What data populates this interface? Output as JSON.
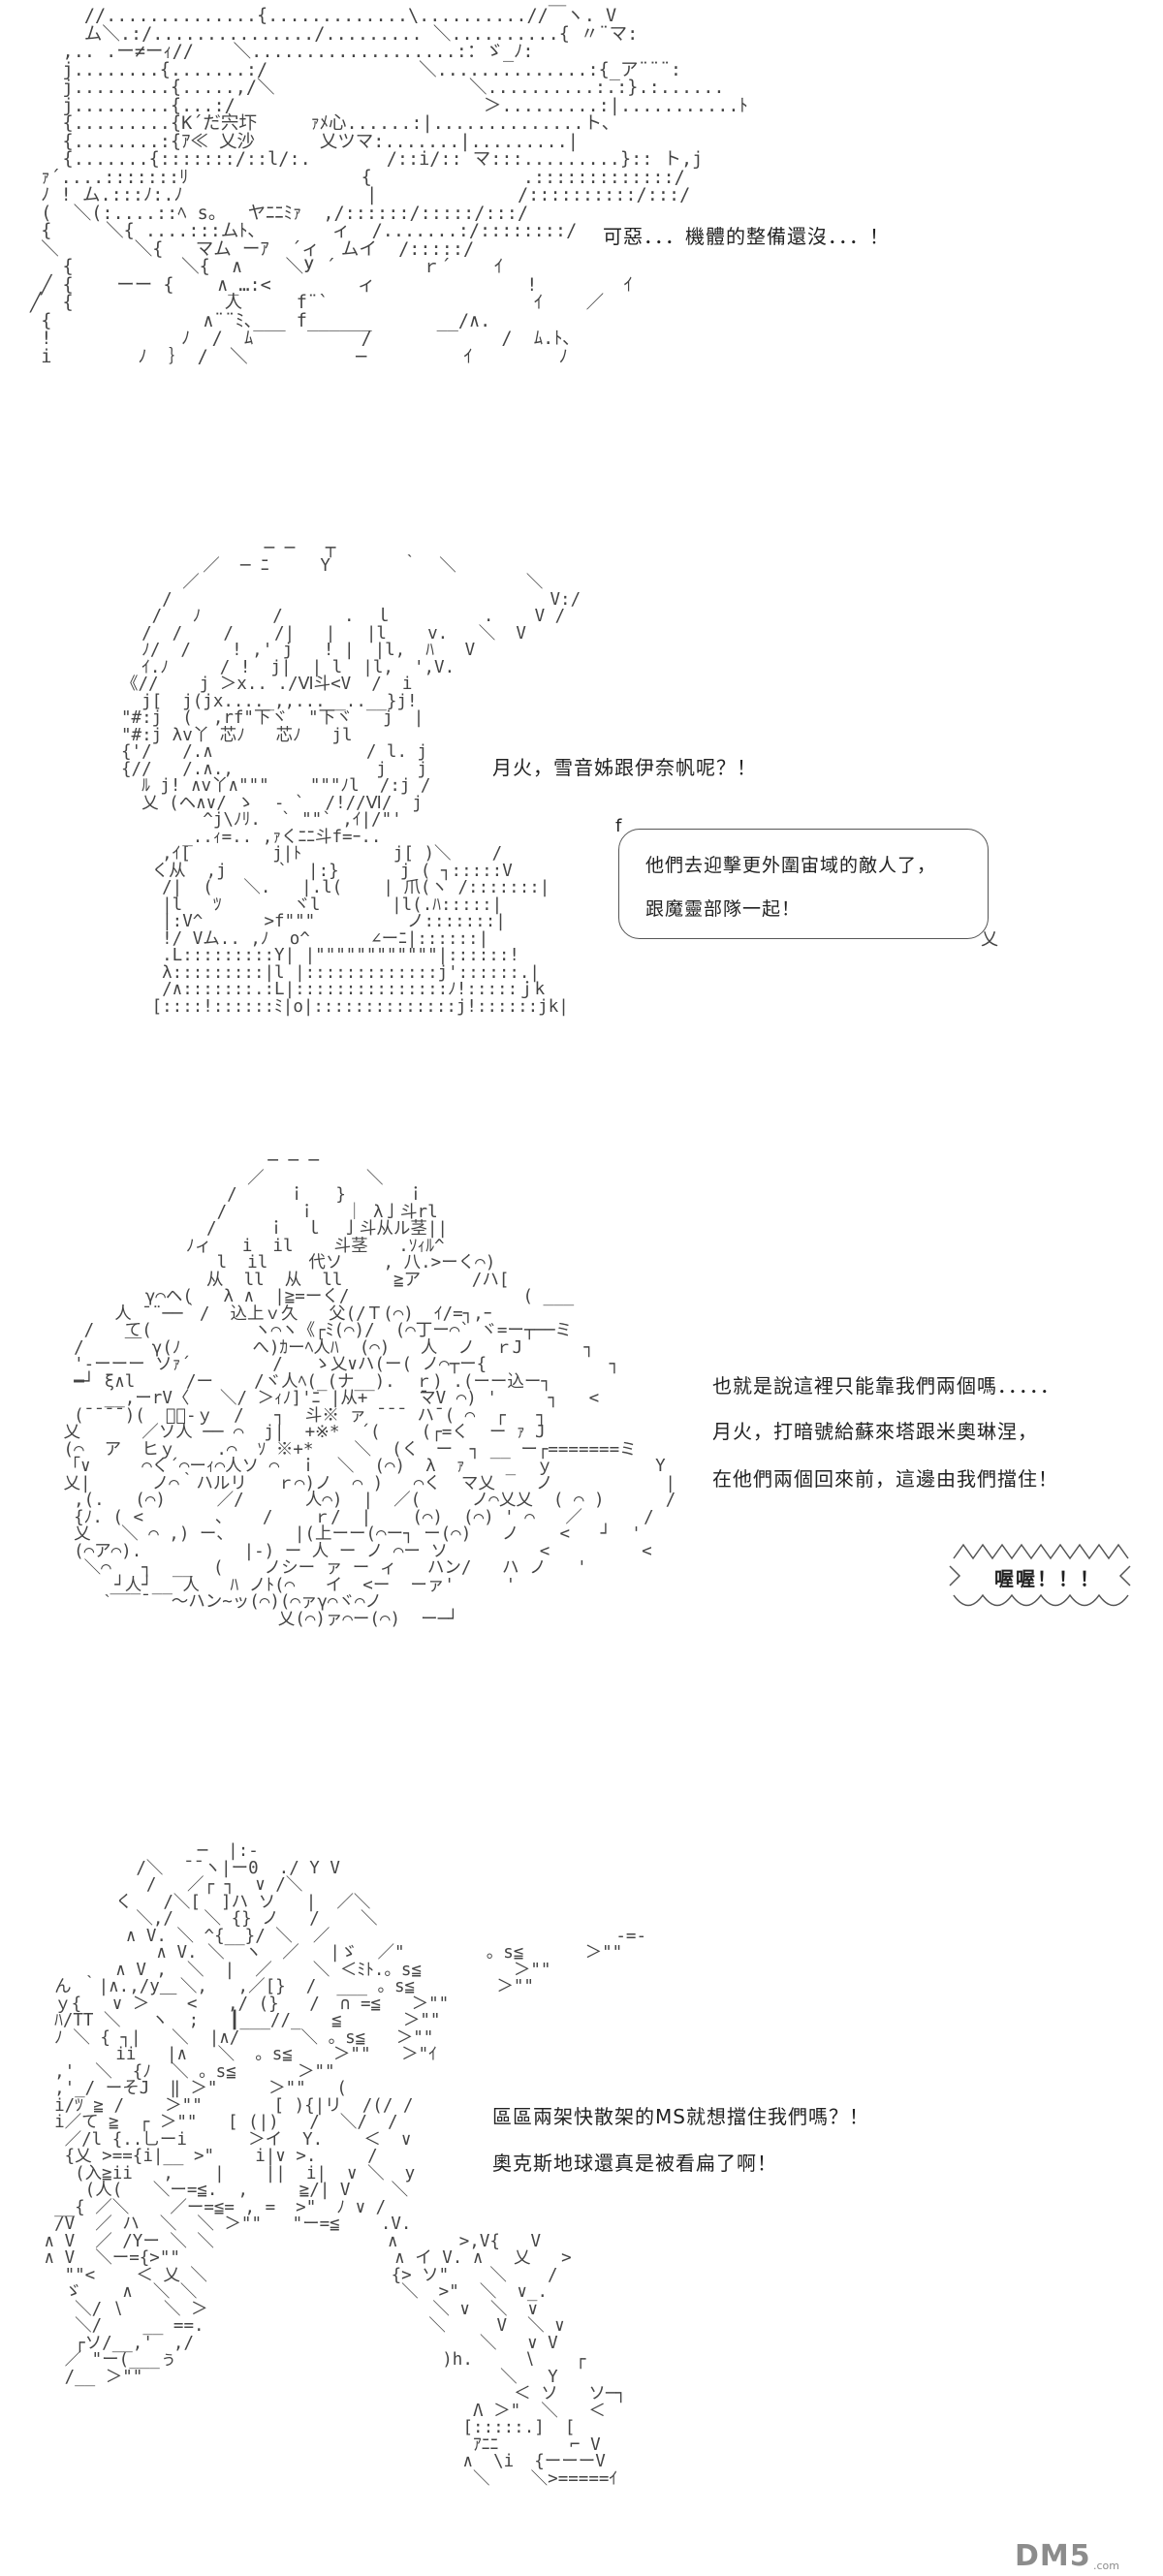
{
  "panel1": {
    "art": "      //..............{.............\\..........//￣ヽ. V\n      ム＼.:/.............../......... ＼..........{ 〃¨マ:\n    ,.. .ー≠ーｨ//　  ＼...................:：ゞ_ﾉ:\n    j........{.......:/              ＼..............:{_ア¨¨¨:\n    j.........{.....,/＼                  ＼..........:.:}.:......\n    j.........{...:/                       ＞.........:|...........ﾄ\n    {.........{K´だ宍圷     ｧﾒ心......:|..............ト､\n    {........:{ｱ≪ 乂沙      乂ツマ:.......|.........|\n    {.......{:::::::/::l/:.       /::i/:: マ:::.........}:: ト,j\n  ｧ´....:::::::ﾘ                {              .:::::::::::::/\n  ﾉ ! ム.:::ﾉ:.ﾉ                 |             /::::::::::/:::/\n  (  ＼(:....::ﾍ s。  ヤﾆﾆﾐｧ  ,/::::::/:::::/:::/\n  {     ＼{ ....:::ムﾄ､       ィ  /.......:/::::::::/\n  ＼       ＼{   マム ーｱ  ´ィ  ムイ  /:::::/\n    {          ＼{  ∧    ＼У ´        ｒ´    ｲ\n  ╱ {    ーー {    ∧_…:<        ィ              !        ｲ\n ╱  {              人     f¨`                   ｲ    ／\n  {              ∧¨¨ﾐ､___ f______      __/∧.\n  !            ﾉ  /  ﾑ          /            /  ﾑ.ﾄ､\n  i        ﾉ  ｝ /  ＼          ─         ｲ        ﾉ",
    "lines": [
      "可惡．．．機體的整備還沒．．．！"
    ]
  },
  "panel2": {
    "art": "              ─ ─   ┬\n        ／  ─ ﾆ     Y       ｀  ＼\n      ／                                ＼\n    /                                     V:/\n   /   ﾉ       /      .  ｌ         .    V /\n  /  /    /    /|   |   |l    v.   ＼  V\n  ﾉ/  /    ! ,' j   ! |  |l,  ﾊ   V\n  ｲ.ﾉ     / !  j|  | l  |l,  ',V.\n《//    j ＞x.. ./Ⅵ斗<V  /  i\n  j[  j(jx...._,,...__..__}j!\n\"#:j  (  ,rf\"下ヾ  \"下ヾ   j  |\n\"#:j λv丫 芯ﾉ   芯ﾉ   jl\n{'/   /.∧               / l. j\n{//   /.∧.,              j   j\n  ﾙ j! ∧v丫∧\"\"\"    \"\"\"ﾉl  /:j /\n  乂 (ヘ∧∨/ ゝ  ‐ `  /!//Ⅵ/  j\n        ^j\\ﾉﾘ.  ` \"\"` ,ｲ|/\"'\n      _..ｨ=.. ,ｧくﾆﾆ斗f=ｰ..\n    ,ｲ[        j|ﾄ         j[ )＼    /\n   く从  ,j     `  |:}      j ( ┐:::::V\n    /|  (   ＼.   |.l(    | 爪(ヽ /:::::::|\n    |l   ﾂ       ヾl       |l(.ﾊ:::::|\n    |:V^      >f\"\"\"         ノ:::::::|\n    !/ Vム.. ,ﾉ  o^      ∠ーﾆ|::::::|\n    .L:::::::::Y| |\"\"\"\"\"\"\"\"\"\"\"\"|::::::!\n    λ:::::::::|l |:::::::::::::j'::::::.|\n    /∧:::::::.:L|:::::::::::::::ﾉ!:::::ｊk\n   [::::!::::::ﾐ|o|::::::::::::::j!::::::jk|",
    "lines": [
      "月火，雪音姊跟伊奈帆呢？！"
    ],
    "bubble": {
      "mark": "f",
      "lines": [
        "他們去迎擊更外圍宙域的敵人了，",
        "跟魔靈部隊一起！"
      ],
      "tail": "乂"
    }
  },
  "panel3": {
    "art": "                     ─ ─ ─\n                   ／          ＼\n                 /     ｉ   }      ｉ\n                /       ｉ   ｜ λ亅斗rl\n               /     ｉ  ｌ  亅斗从ル茎||\n             ﾉィ   i  il    斗茎   .ｿｨﾙ^\n                l  il    代ソ    , 八.>ーく⌒)\n               从  ll  从  ll     ≧ア     /ハ[\n         γ⌒ヘ(   λ ∧  |≧=ーく/                 ( ___\n      人 ¯¨──｀/  込上ｖ久   父(/Ｔ(⌒)  ｲ/=┐,ｰ\n   /   て(          ヽ⌒ヽ《┌ﾐ(⌒)/  (⌒丁ー⌒` ヾ=ー┬──ミ\n  /    ￣ γ(ﾉ       へ)ｶーﾍ人ﾊ  (⌒)   人  ノ  ｒJ      ┐\n  '-ーーー ソｧ´        /   ゝ乂∨ハ(ー( ノ⌒┬ー{            ┐\n  ━┘ ξ∧l     /ー    /ヾ人ﾍ(_(ナ__).  ｒ) .(ーー込ー┐\n     __,ーrV〈   ＼/ ＞ｨﾉ]'ﾆ |从+     ̄マV ⌒) '     ┐   <\n  (¯¯¯¯)(  ゙ー-ｙ  /   ┐  斗※ ァ ¯¯¯ ハ¯( ⌒  ┌   ┐\n 乂      ／ソ人 ── ⌒  j|  +※*  ´(    (┌=く  ー ｧ J\n (⌒  ア  ヒｙ    .⌒  ｿ ※+*    ＼  (く　ー　┐ __ ー┌=======ミ\n 「∨     ⌒く´⌒ーｨ⌒人ソ ⌒  ｉ  ＼  (⌒)  λ  ｧ    _  ｙ          Y\n 乂|      ノ⌒｀ハルリ   ｒ⌒)ノ  ⌒ )   ⌒く  マ乂    ノ           |\n  ,(.   (⌒)     ／/      人⌒)  |  ／(     ノ⌒乂乂  ( ⌒ )      /\n  {ﾉ. ( <       、   /    ｒ/  |    (⌒)  (⌒) ' ⌒   ／      /\n  乂   ＼ ⌒ ,) ー、      |(上ーー(⌒ー┐ ー(⌒)   ノ    <   ┘  '\n  (⌒ア⌒).          |-) ー 人 ー ノ ⌒ー ソ         <         <\n   ＼⌒   ┐  __  (    ノシー ァ ー ィ   ハン/   ハ ノ   '\n      ┘人┘__ 人   ﾊ ノﾄ(⌒   イ  <ー  ーァ'     '\n     ˋ‾‾‾ˉ  〜ハン~ッ(⌒)(⌒ァγ⌒ヾ⌒ノ\n                      乂(⌒)ァ⌒ー(⌒)  ー─┘",
    "lines": [
      "也就是說這裡只能靠我們兩個嗎．．．．．",
      "月火，打暗號給蘇來塔跟米奧琳涅，",
      "在他們兩個回來前，這邊由我們擋住！"
    ],
    "burst": "喔喔！！！"
  },
  "panel4": {
    "art": "                ─  |:-\n          /＼  ¯¯ヽ|ー0  ./ Y V\n           /   ／┌ ┐  ∨ /＼\n        く   /＼[  ]ハ ソ   |  ／＼\n          ＼,/   ＼ {} ノ   /    ＼\n         ∧ V. ＼ ^{__}/ ＼  ／                            -=-\n            ∧ V. ＼  ヽ  ／   |ゞ  ／\"        。s≦      ＞\"\"\n        ∧ V ,  ＼  |  ／    ＼ ＜ﾐﾄ.。s≦         ＞\"\"\n  ん ｀|∧.,/y  ＼,   ,／[}  /  ___ 。s≦        ＞\"\"\n  ｙ{   ∨ ＞ ￣ <   ,/ (}   /  ∩ =≦   ＞\"\"\n  ﾊ/TT ＼   ヽ  ;   ┃___//_   ≦      ＞\"\"\n  ﾉ ＼ { ┐|   ＼  |∧/      ＼ 。s≦   ＞\"\"\n        ii   |∧   ＼  。s≦    ＞\"\"   ＞\"ｲ\n  ,'  ＼  {ﾉ  ＼ 。s≦      ＞\"\"\n  ,'_/ ーそJ  ‖ ＞\"     ＞\"\"   (\n  i/ﾂ ≧ /    ＞\"\"       [ ){|リ  /(/ /\n  i／て ≧  ┌ ＞\"\"   [ (|)   /  ＼/  /\n   ／/l {..乚ーi      ＞イ  Y.    ＜  ∨\n   {乂 >=={i|__ >\"    i|∨ >.     /\n    (入≧ii   ,    |    ||  i|  ∨ ＼  y\n     (人(   ＼ー=≦.  ,     ≧/| V    ＼\n  __{ ／＼    ／ー=≦= , =  >\"  ﾉ ∨ /\n  /V  ／ ハ  ＼  ＼ ＞\"\"   \"ー=≦    .V.\n ∧ V  ／ /Yー ＼ ＼                 ∧      >,V{   V\n ∧ V  ＼ー={>\"\"                     ∧ イ V. ∧   乂   >\n   \"\"<    ＜ 乂 ＼                  {> ソ\"    ＼    /\n   ゞ    ∧  ＼ ＼                    ＼  >\"  ＼  ∨_.\n    ＼/ ∖    ＼ ＞                      ＼ ∨  ＼  ∨\n    ＼/    __ ==.                      ＼     V  ＼ ∨\n    ┌ソ/__,'  ,/                            ＼   ∨ V\n   ／ \"ー(___ぅ                          )h.     ∖    ┌\n   /__ ＞\"\"                                   ＼   Y\n                                               ＜ ソ   ソ─┐\n                                           Λ ＞\"  ＼   ＜ \n                                          [:::::.]  [   \n                                           ｱﾆﾆ       ⌐ V\n                                          ∧  \\i  {ーーーV\n                                           ＼    ＼>=====ｲ",
    "lines": [
      "區區兩架快散架的MS就想擋住我們嗎？！",
      "奧克斯地球還真是被看扁了啊！"
    ]
  },
  "watermark": {
    "text": "DM5",
    "sub": ".com"
  }
}
